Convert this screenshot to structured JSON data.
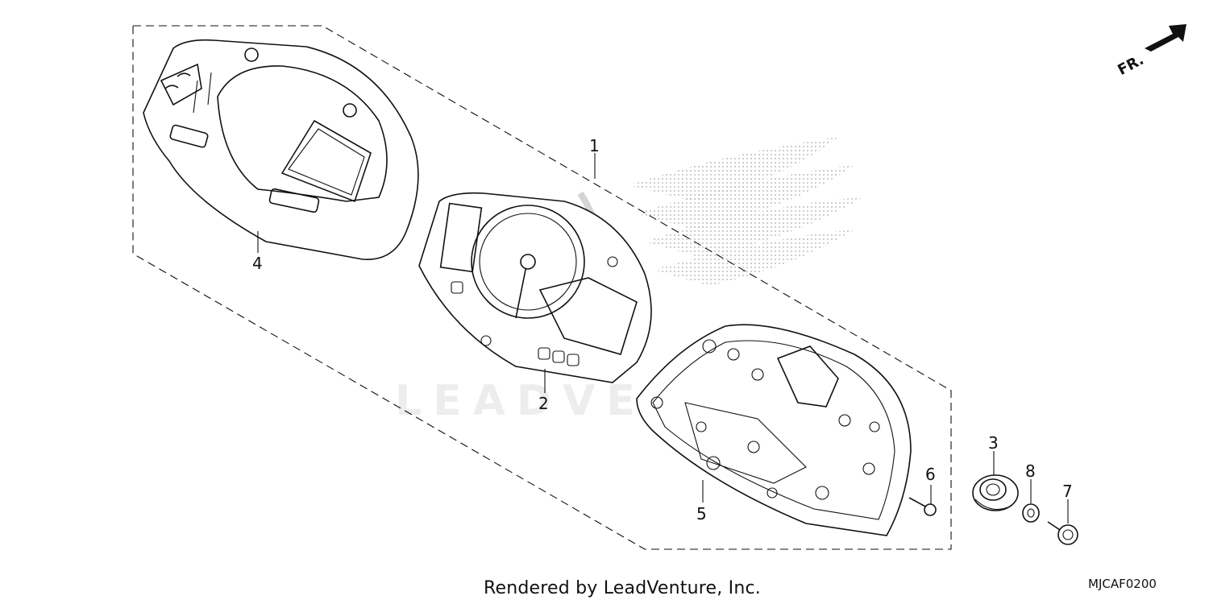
{
  "diagram": {
    "callouts": [
      "1",
      "2",
      "3",
      "4",
      "5",
      "6",
      "7",
      "8"
    ],
    "direction_label": "FR.",
    "watermark": "LEADVENTURE",
    "footer": "Rendered by LeadVenture, Inc.",
    "diagram_code": "MJCAF0200"
  }
}
